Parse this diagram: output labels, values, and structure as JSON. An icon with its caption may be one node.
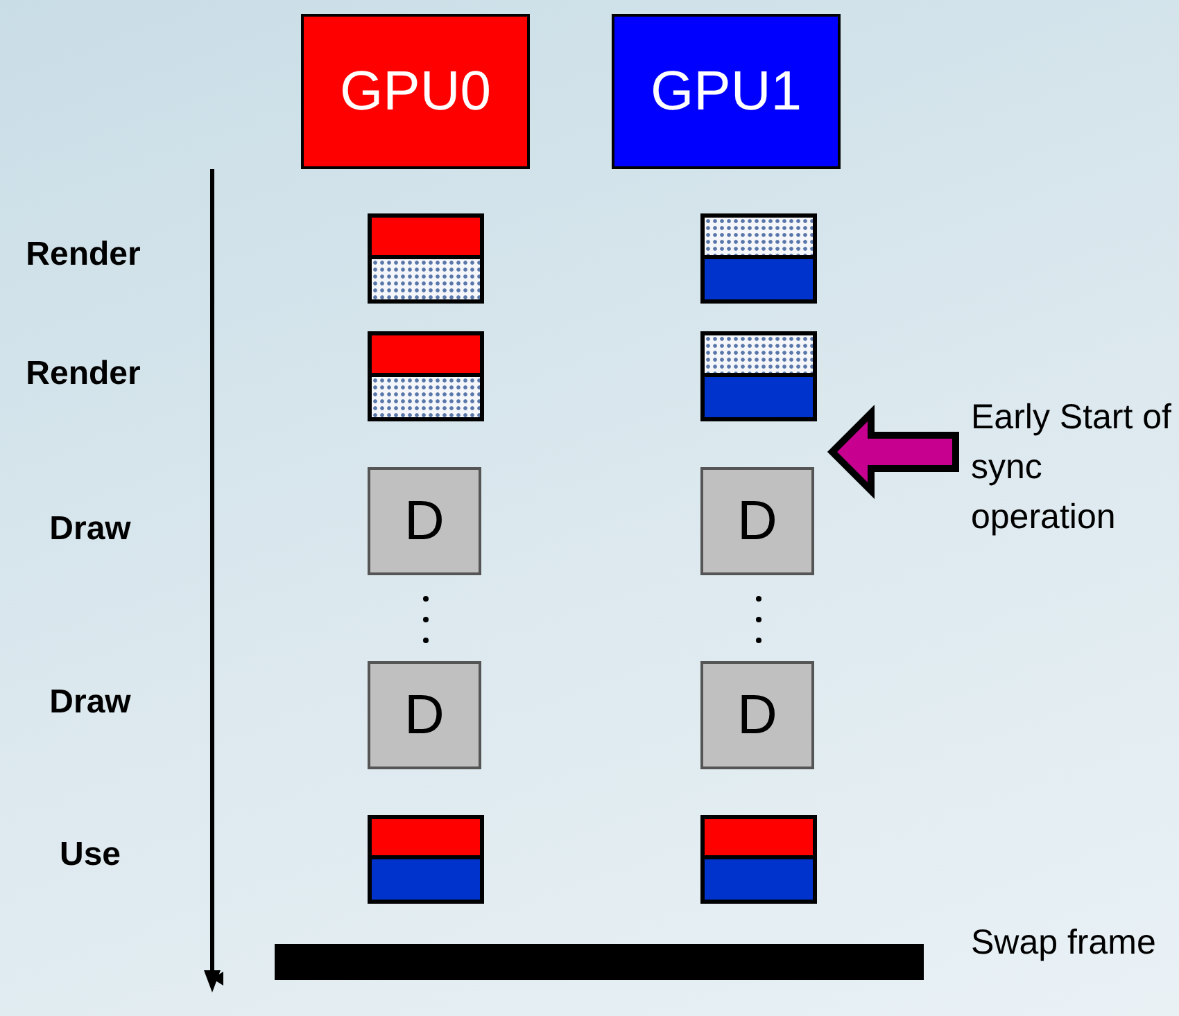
{
  "diagram": {
    "nodes": [
      {
        "text": [
          "GPU0"
        ]
      },
      {
        "text": [
          "GPU1"
        ]
      },
      {
        "text": [],
        "shape": "box"
      },
      {
        "text": [],
        "shape": "box"
      },
      {
        "text": [],
        "shape": "box"
      },
      {
        "text": [],
        "shape": "box"
      },
      {
        "text": [
          "D"
        ]
      },
      {
        "text": [
          "D"
        ]
      },
      {
        "text": [
          "D"
        ]
      },
      {
        "text": [
          "D"
        ]
      },
      {
        "text": [],
        "shape": "box"
      },
      {
        "text": [],
        "shape": "box"
      },
      {
        "text": [],
        "shape": "bar",
        "beside": [
          "Swap frame"
        ]
      }
    ],
    "labels": [
      "Render",
      "Render",
      "Draw",
      "Draw",
      "Use",
      "Early Start of sync operation"
    ]
  }
}
